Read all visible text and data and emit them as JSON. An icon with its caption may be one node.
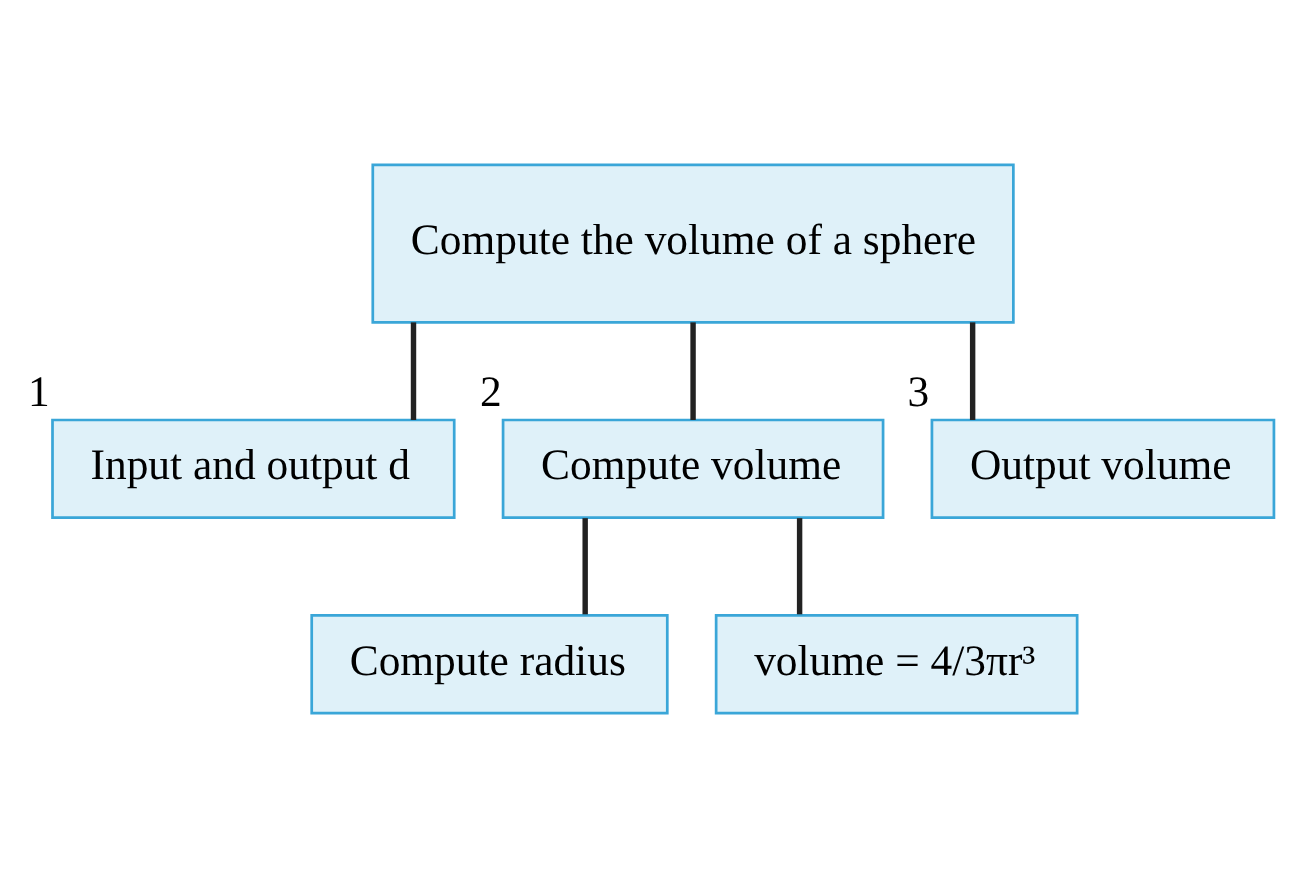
{
  "diagram": {
    "nodes": [
      {
        "text": [
          "Compute the volume of a sphere"
        ]
      },
      {
        "text": [
          "Input and output d"
        ],
        "beside": [
          "1"
        ]
      },
      {
        "text": [
          "Compute volume"
        ],
        "beside": [
          "2"
        ]
      },
      {
        "text": [
          "Output volume"
        ],
        "beside": [
          "3"
        ]
      },
      {
        "text": [
          "Compute radius"
        ]
      },
      {
        "text": [
          "volume = 4/3πr³"
        ]
      }
    ],
    "edges": [
      {
        "from": 0,
        "to": 1,
        "arrow": "none"
      },
      {
        "from": 0,
        "to": 2,
        "arrow": "none"
      },
      {
        "from": 0,
        "to": 3,
        "arrow": "none"
      },
      {
        "from": 2,
        "to": 4,
        "arrow": "none"
      },
      {
        "from": 2,
        "to": 5,
        "arrow": "none"
      }
    ]
  }
}
